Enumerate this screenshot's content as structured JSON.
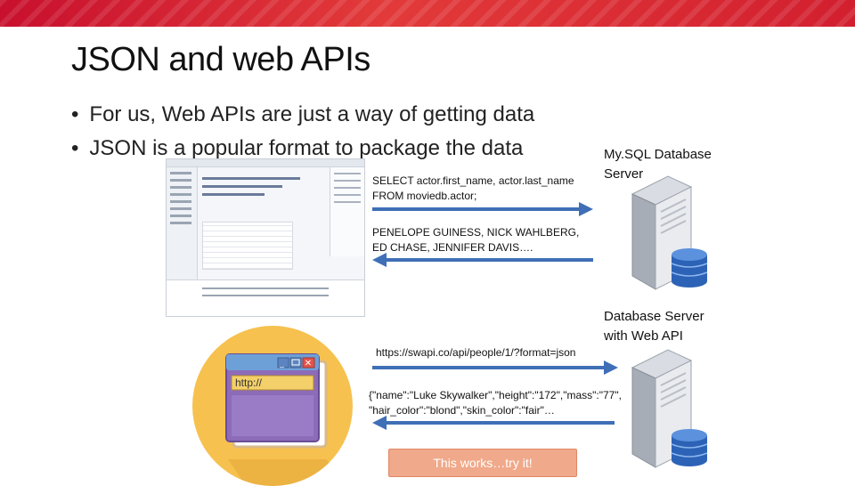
{
  "slide": {
    "title": "JSON and web APIs",
    "bullets": [
      "For us, Web APIs are just a way of getting data",
      "JSON is a popular format to package the data"
    ]
  },
  "mysql_section": {
    "query_text": "SELECT actor.first_name, actor.last_name FROM moviedb.actor;",
    "query_line1": "SELECT actor.first_name, actor.last_name",
    "query_line2": "FROM moviedb.actor;",
    "response_line1": "PENELOPE GUINESS, NICK WAHLBERG,",
    "response_line2": "ED CHASE, JENNIFER DAVIS….",
    "server_label_line1": "My.SQL Database",
    "server_label_line2": "Server"
  },
  "api_section": {
    "request_url": "https://swapi.co/api/people/1/?format=json",
    "response_line1": "{\"name\":\"Luke Skywalker\",\"height\":\"172\",\"mass\":\"77\",",
    "response_line2": "\"hair_color\":\"blond\",\"skin_color\":\"fair\"…",
    "server_label_line1": "Database Server",
    "server_label_line2": "with Web API",
    "browser_url": "http://"
  },
  "cta": {
    "label": "This works…try it!"
  },
  "colors": {
    "banner": "#d21f2f",
    "arrow": "#3f6fb6",
    "browser_circle": "#f6c14e",
    "browser_window": "#7a5aa6",
    "button": "#f0a98a"
  },
  "icons": {
    "server": "server-tower-icon",
    "database": "database-cylinder-icon",
    "browser": "browser-window-icon"
  }
}
